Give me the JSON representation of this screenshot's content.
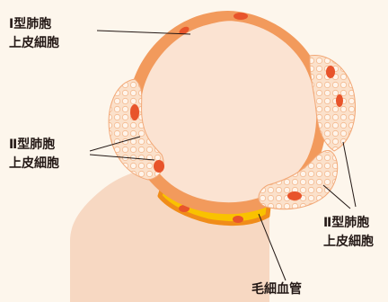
{
  "labels": {
    "type1": {
      "line1": "Ⅰ型肺胞",
      "line2": "上皮細胞"
    },
    "type2_left": {
      "line1": "Ⅱ型肺胞",
      "line2": "上皮細胞"
    },
    "type2_right": {
      "line1": "Ⅱ型肺胞",
      "line2": "上皮細胞"
    },
    "capillary": "毛細血管"
  },
  "colors": {
    "background": "#fdf6ec",
    "tissue": "#f7d8c2",
    "alveolus_wall": "#f29a5c",
    "alveolus_lumen": "#fbe3d2",
    "cell_foam": "#fbe1cb",
    "nucleus": "#e8542b",
    "capillary": "#f9c200",
    "capillary_border": "#f08c1a",
    "leader_line": "#231815",
    "text": "#231815"
  }
}
